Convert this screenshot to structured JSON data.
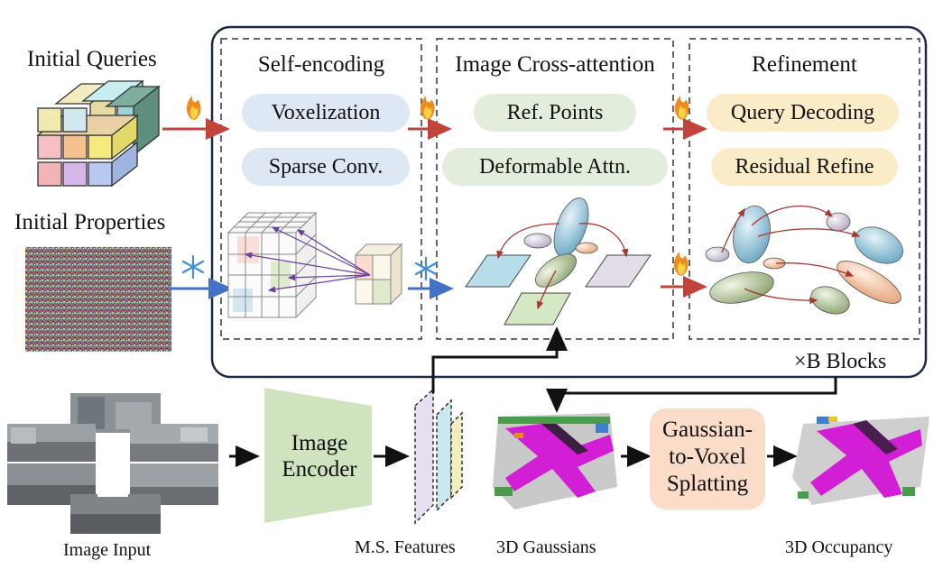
{
  "labels": {
    "initial_queries": "Initial Queries",
    "initial_properties": "Initial Properties",
    "image_input": "Image Input",
    "ms_features": "M.S. Features",
    "gaussians_3d": "3D Gaussians",
    "occupancy_3d": "3D Occupancy",
    "blocks": "×B Blocks"
  },
  "panels": {
    "self_encoding": {
      "title": "Self-encoding",
      "steps": [
        "Voxelization",
        "Sparse Conv."
      ]
    },
    "cross_attention": {
      "title": "Image Cross-attention",
      "steps": [
        "Ref. Points",
        "Deformable Attn."
      ]
    },
    "refinement": {
      "title": "Refinement",
      "steps": [
        "Query Decoding",
        "Residual Refine"
      ]
    }
  },
  "image_encoder": {
    "line1": "Image",
    "line2": "Encoder"
  },
  "splatting": {
    "line1": "Gaussian-",
    "line2": "to-Voxel",
    "line3": "Splatting"
  },
  "colors": {
    "red_arrow": "#c0443a",
    "blue_arrow": "#4472c4",
    "outer_border": "#1c2a44",
    "encoder_fill": "#cfe3bf",
    "splat_fill": "#fbdcc9",
    "occupancy_magenta": "#d21fd6"
  },
  "icons": {
    "trainable": "fire-icon",
    "frozen": "snowflake-icon"
  }
}
